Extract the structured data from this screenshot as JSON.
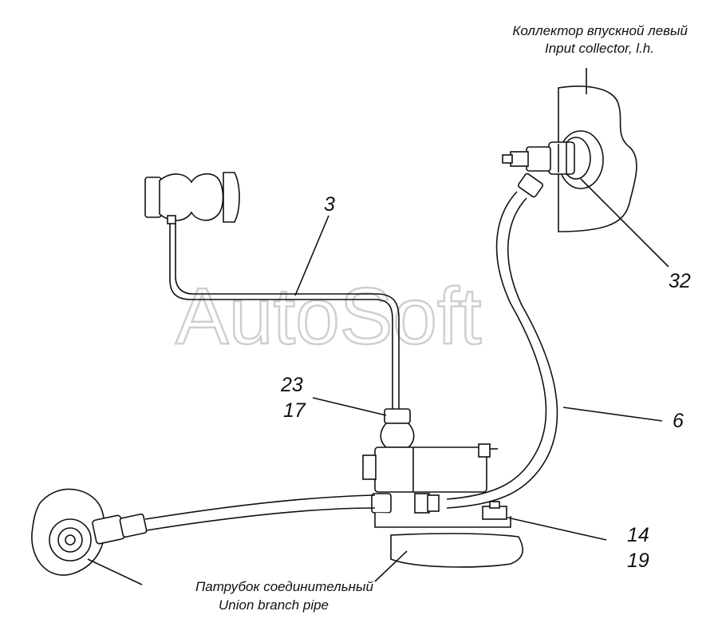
{
  "watermark": "AutoSoft",
  "captions": {
    "top_ru": "Коллектор впускной левый",
    "top_en": "Input collector, l.h.",
    "bottom_ru": "Патрубок соединительный",
    "bottom_en": "Union branch pipe"
  },
  "callouts": {
    "c3": "3",
    "c23": "23",
    "c17": "17",
    "c6": "6",
    "c32": "32",
    "c14": "14",
    "c19": "19"
  }
}
